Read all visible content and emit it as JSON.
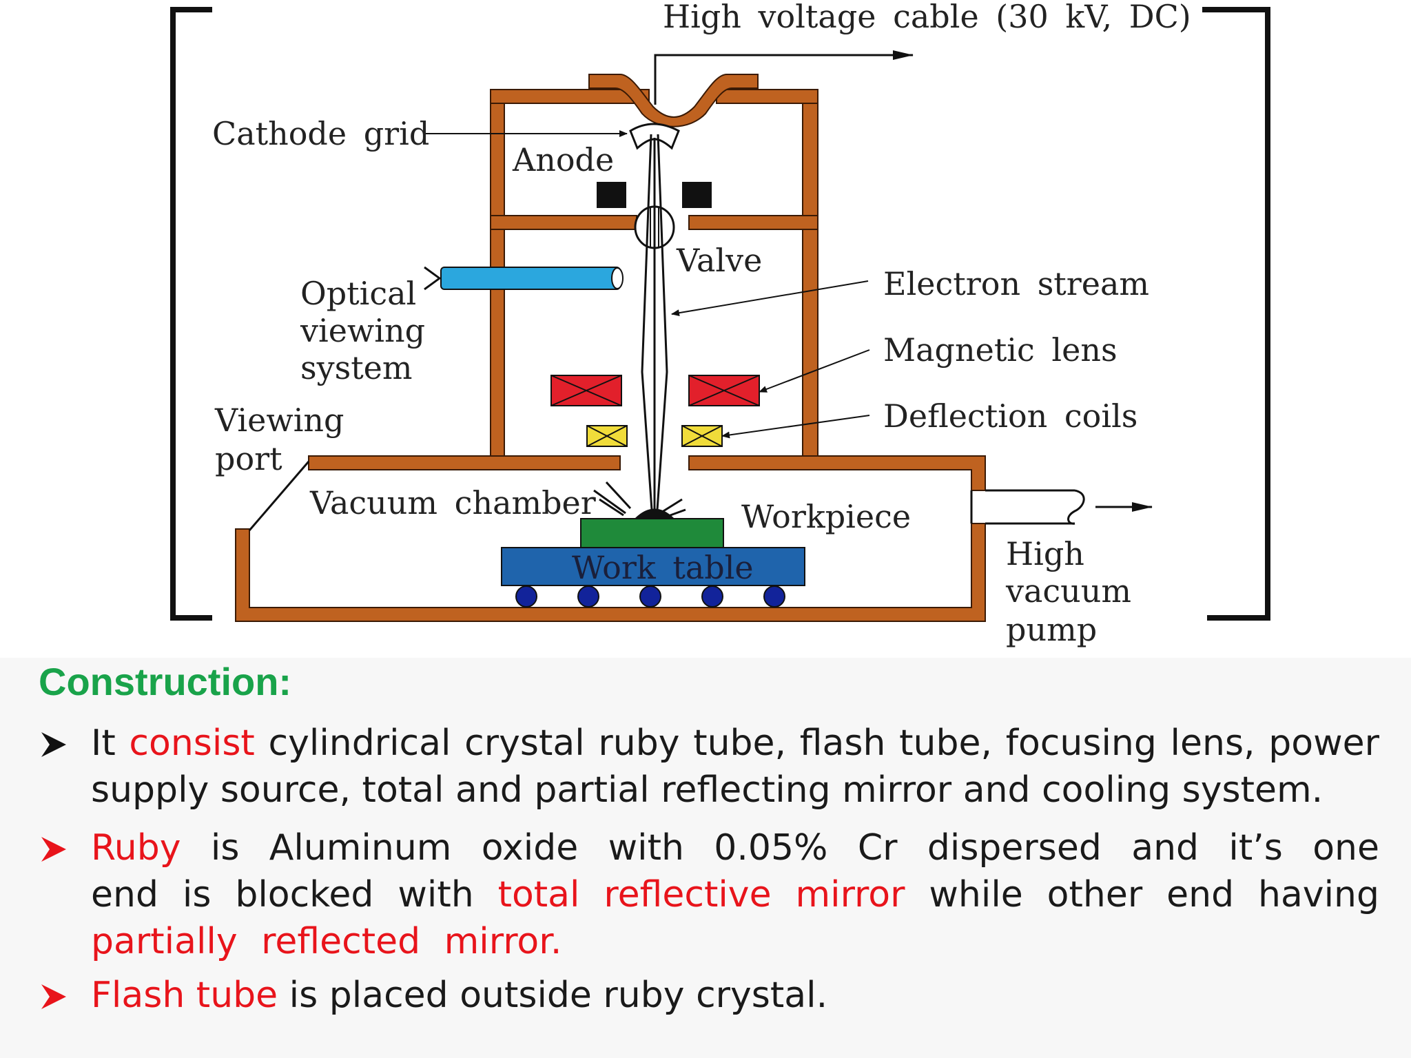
{
  "diagram": {
    "labels": {
      "hv_cable": "High voltage cable (30 kV, DC)",
      "cathode_grid": "Cathode grid",
      "anode": "Anode",
      "valve": "Valve",
      "optical_viewing_system": [
        "Optical",
        "viewing",
        "system"
      ],
      "electron_stream": "Electron stream",
      "magnetic_lens": "Magnetic lens",
      "deflection_coils": "Deflection coils",
      "viewing_port": [
        "Viewing",
        "port"
      ],
      "vacuum_chamber": "Vacuum chamber",
      "workpiece": "Workpiece",
      "work_table": "Work table",
      "high_vacuum_pump": [
        "High",
        "vacuum",
        "pump"
      ]
    },
    "colors": {
      "chamber_wall": "#bf6220",
      "magnetic_lens": "#e2202b",
      "deflection_coil": "#f0dc3a",
      "workpiece": "#1f8a3a",
      "work_table": "#1f64ac",
      "wheel": "#12239a",
      "optical_tube": "#2ba7de"
    }
  },
  "construction": {
    "heading": "Construction:",
    "bullet_icon": "arrowhead-bullet-icon",
    "bullets": [
      {
        "a": "It ",
        "b": "consist",
        "c": " cylindrical crystal ruby tube, flash tube, focusing lens, power supply source, total and partial reflecting mirror and cooling system."
      },
      {
        "a": "Ruby",
        "b": " is Aluminum oxide with 0.05% Cr dispersed and it’s one end is blocked with ",
        "c": "total reflective mirror",
        "d": " while other end having ",
        "e": "partially reflected mirror."
      },
      {
        "a": "Flash tube",
        "b": " is placed outside ruby crystal."
      }
    ]
  }
}
